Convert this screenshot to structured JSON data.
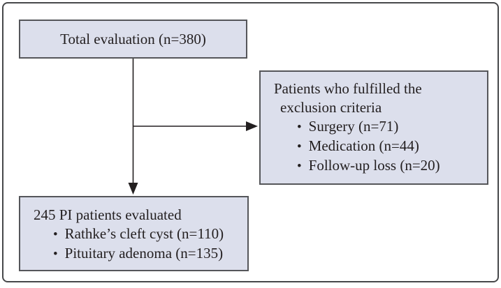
{
  "glyphs": {
    "bullet": "•"
  },
  "colors": {
    "box_fill": "#dcdfec",
    "box_border": "#55565a",
    "frame_border": "#47484a",
    "text": "#231f20",
    "arrow": "#231f20"
  },
  "nodes": {
    "total": {
      "label": "Total evaluation (n=380)"
    },
    "excluded": {
      "title": "Patients who fulfilled the exclusion criteria",
      "items": [
        "Surgery (n=71)",
        "Medication (n=44)",
        "Follow-up loss (n=20)"
      ]
    },
    "evaluated": {
      "title": "245 PI patients evaluated",
      "items": [
        "Rathke’s cleft cyst (n=110)",
        "Pituitary adenoma (n=135)"
      ]
    }
  }
}
